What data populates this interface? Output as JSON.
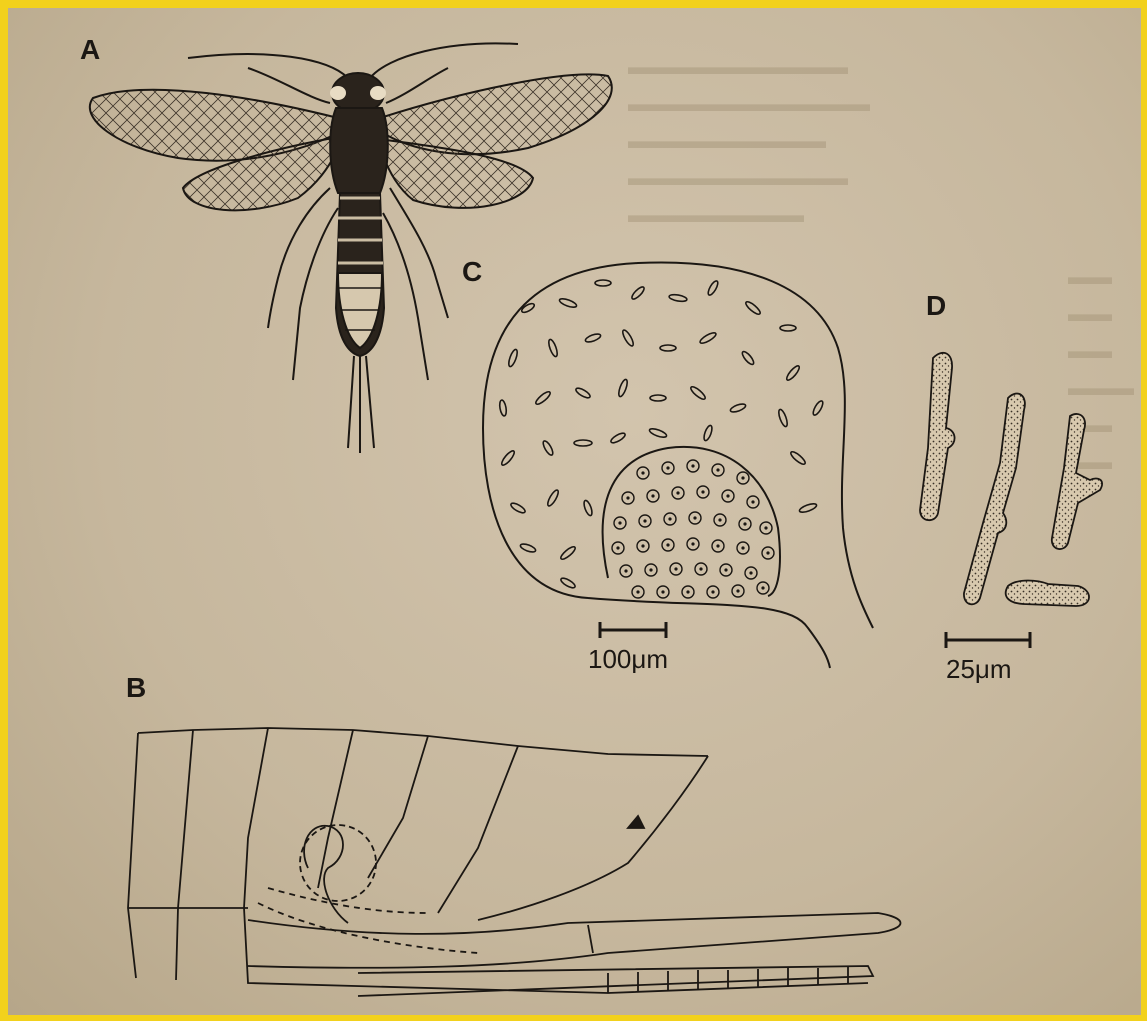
{
  "figure": {
    "panels": [
      {
        "label": "A"
      },
      {
        "label": "B"
      },
      {
        "label": "C",
        "scale_bar": "100μm"
      },
      {
        "label": "D",
        "scale_bar": "25μm"
      }
    ]
  },
  "colors": {
    "border": "#f2d11c",
    "paper": "#cbbda3",
    "ink": "#1b1713"
  }
}
